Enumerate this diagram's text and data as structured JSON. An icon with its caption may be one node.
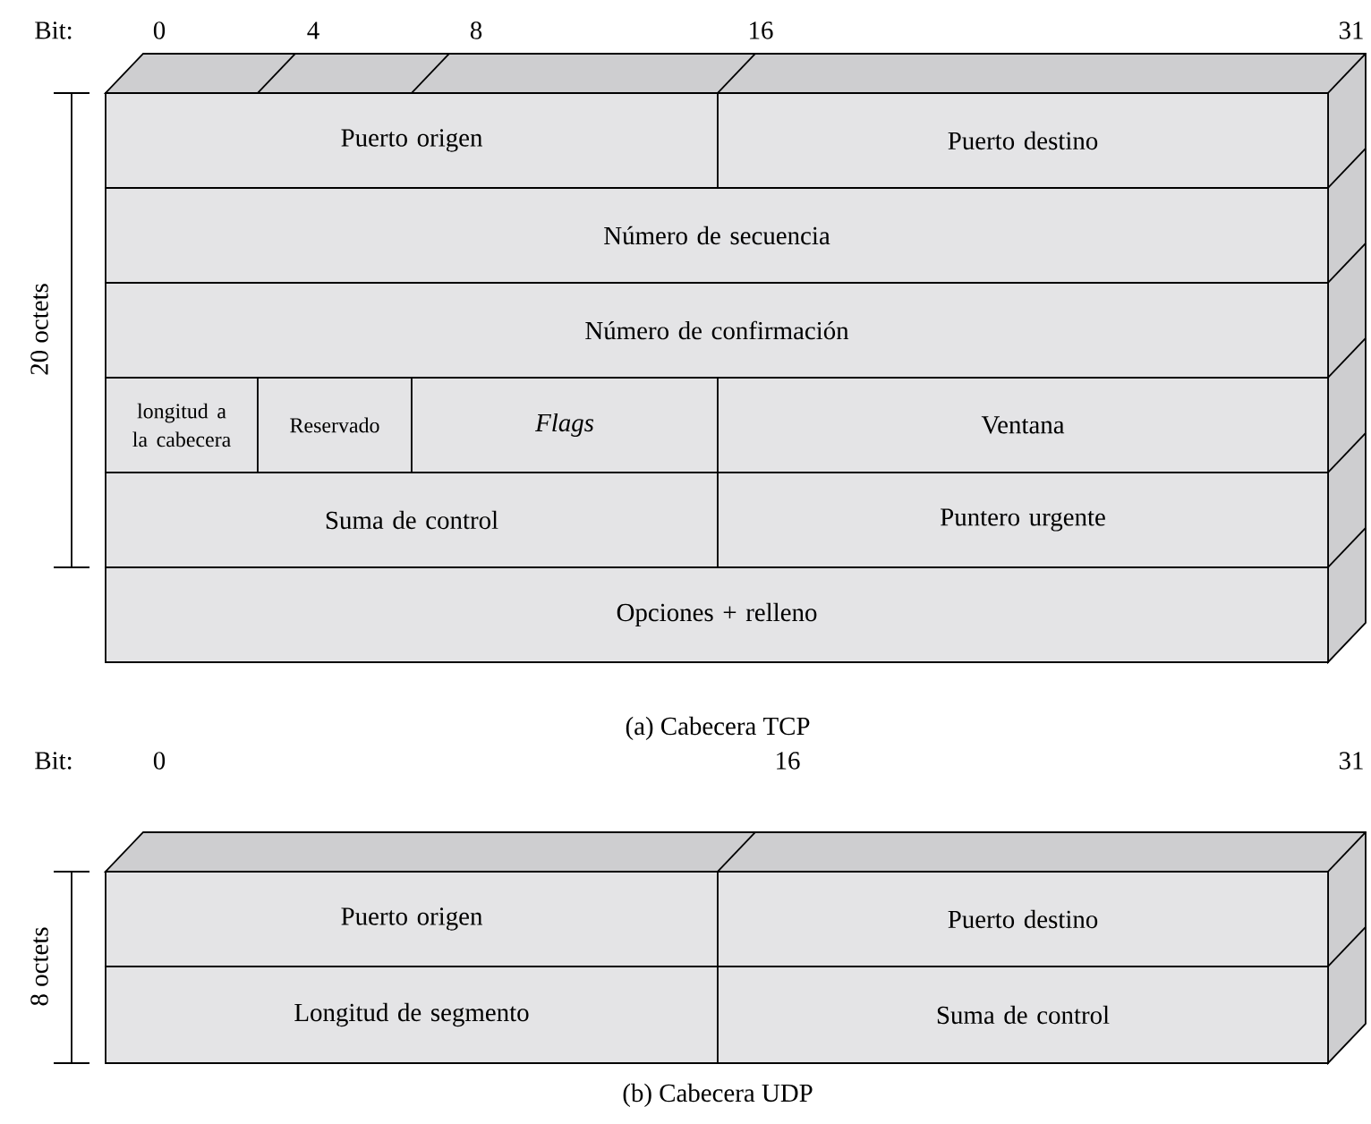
{
  "diagram": {
    "nodes": [
      {
        "text": [
          "Puerto origen"
        ]
      },
      {
        "text": [
          "Puerto destino"
        ]
      },
      {
        "text": [
          "Número de secuencia"
        ]
      },
      {
        "text": [
          "Número de confirmación"
        ]
      },
      {
        "text": [
          "longitud a la cabecera"
        ]
      },
      {
        "text": [
          "Reservado"
        ]
      },
      {
        "text": [
          "Flags"
        ]
      },
      {
        "text": [
          "Ventana"
        ]
      },
      {
        "text": [
          "Suma de control"
        ]
      },
      {
        "text": [
          "Puntero urgente"
        ]
      },
      {
        "text": [
          "Opciones + relleno"
        ]
      },
      {
        "text": [
          "Puerto origen"
        ]
      },
      {
        "text": [
          "Puerto destino"
        ]
      },
      {
        "text": [
          "Longitud de segmento"
        ]
      },
      {
        "text": [
          "Suma de control"
        ]
      }
    ],
    "labels": [
      "Bit:",
      "0",
      "4",
      "8",
      "16",
      "31",
      "20 octets",
      "(a) Cabecera TCP",
      "Bit:",
      "0",
      "16",
      "31",
      "8 octets",
      "(b) Cabecera UDP"
    ]
  }
}
